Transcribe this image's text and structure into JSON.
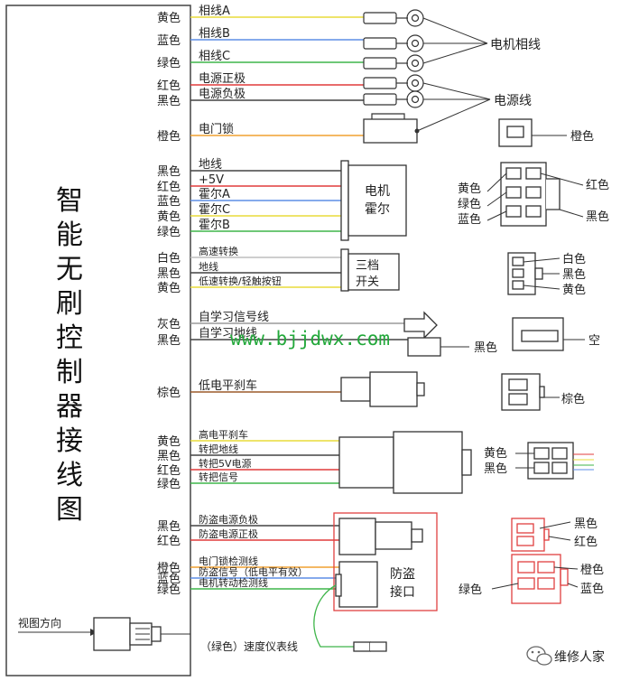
{
  "title": "智能无刷控制器接线图",
  "colors": {
    "黄色": "#e8dc3a",
    "蓝色": "#5d8ee6",
    "绿色": "#3fb54a",
    "红色": "#e03c3c",
    "黑色": "#444444",
    "橙色": "#f0a030",
    "白色": "#bdbdbd",
    "灰色": "#9a9a9a",
    "棕色": "#9b5a2a",
    "watermark": "#23a83b",
    "red_outline": "#e04040"
  },
  "wires": {
    "phase": [
      {
        "color": "黄色",
        "label": "相线A"
      },
      {
        "color": "蓝色",
        "label": "相线B"
      },
      {
        "color": "绿色",
        "label": "相线C"
      }
    ],
    "power": [
      {
        "color": "红色",
        "label": "电源正极"
      },
      {
        "color": "黑色",
        "label": "电源负极"
      }
    ],
    "lock": [
      {
        "color": "橙色",
        "label": "电门锁"
      }
    ],
    "hall": [
      {
        "color": "黑色",
        "label": "地线"
      },
      {
        "color": "红色",
        "label": "+5V"
      },
      {
        "color": "蓝色",
        "label": "霍尔A"
      },
      {
        "color": "黄色",
        "label": "霍尔C"
      },
      {
        "color": "绿色",
        "label": "霍尔B"
      }
    ],
    "gear": [
      {
        "color": "白色",
        "label": "高速转换"
      },
      {
        "color": "黑色",
        "label": "地线"
      },
      {
        "color": "黄色",
        "label": "低速转换/轻触按钮"
      }
    ],
    "learn": [
      {
        "color": "灰色",
        "label": "自学习信号线"
      },
      {
        "color": "黑色",
        "label": "自学习地线"
      }
    ],
    "brake_low": [
      {
        "color": "棕色",
        "label": "低电平刹车"
      }
    ],
    "throttle": [
      {
        "color": "黄色",
        "label": "高电平刹车"
      },
      {
        "color": "黑色",
        "label": "转把地线"
      },
      {
        "color": "红色",
        "label": "转把5V电源"
      },
      {
        "color": "绿色",
        "label": "转把信号"
      }
    ],
    "antitheft_power": [
      {
        "color": "黑色",
        "label": "防盗电源负极"
      },
      {
        "color": "红色",
        "label": "防盗电源正极"
      }
    ],
    "antitheft_signal": [
      {
        "color": "橙色",
        "label": "电门锁检测线"
      },
      {
        "color": "蓝色",
        "label": "防盗信号（低电平有效）"
      },
      {
        "color": "绿色",
        "label": "电机转动检测线"
      }
    ],
    "speedometer": {
      "color": "绿色",
      "label": "（绿色）速度仪表线"
    }
  },
  "groups": {
    "motor_phase": "电机相线",
    "power_line": "电源线",
    "hall_box_line1": "电机",
    "hall_box_line2": "霍尔",
    "gear_box_line1": "三档",
    "gear_box_line2": "开关",
    "antitheft_box_line1": "防盗",
    "antitheft_box_line2": "接口",
    "view_direction": "视图方向",
    "learn_right": "空"
  },
  "connector_labels": {
    "lock": [
      "橙色"
    ],
    "hall_left": [
      "黄色",
      "绿色",
      "蓝色"
    ],
    "hall_right": [
      "红色",
      "黑色"
    ],
    "gear": [
      "白色",
      "黑色",
      "黄色"
    ],
    "learn": [
      "黑色"
    ],
    "brake": [
      "棕色"
    ],
    "throttle": [
      "黄色",
      "黑色"
    ],
    "antitheft_top": [
      "黑色",
      "红色"
    ],
    "antitheft_bottom_left": [
      "绿色"
    ],
    "antitheft_bottom_right": [
      "橙色",
      "蓝色"
    ]
  },
  "watermark": "www.bjjdwx.com",
  "brand": "维修人家",
  "brand_icon": "wechat-icon"
}
